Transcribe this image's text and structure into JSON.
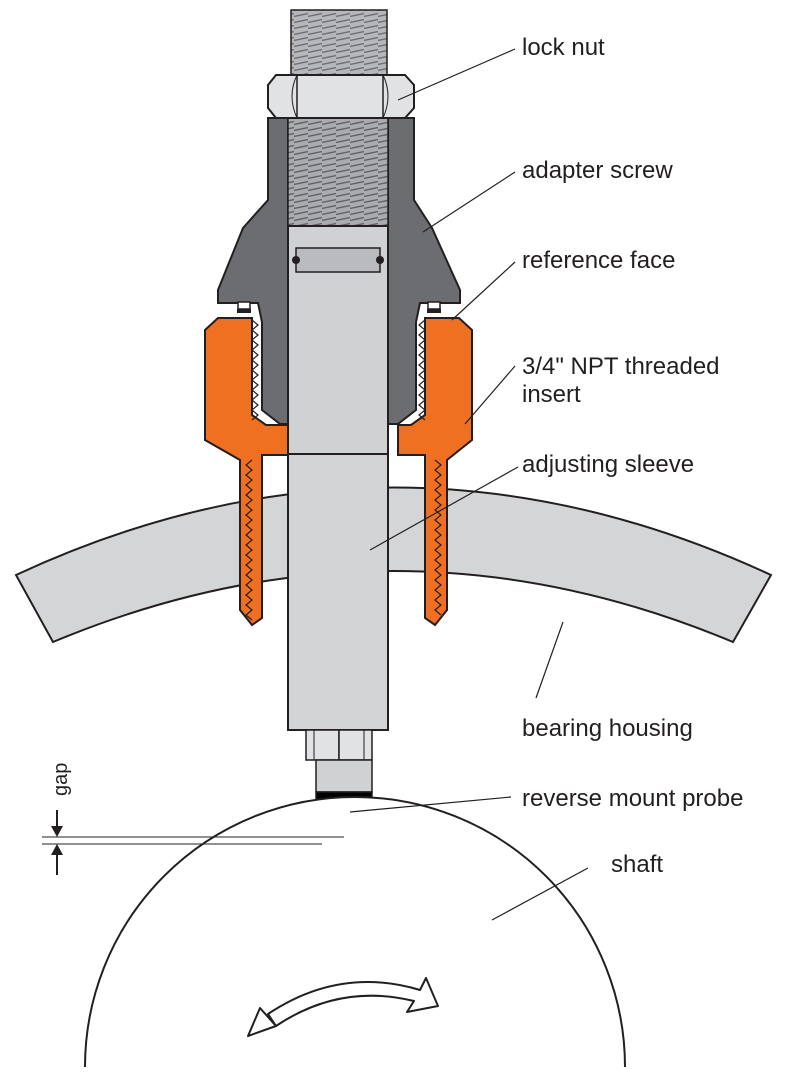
{
  "labels": {
    "lock_nut": "lock nut",
    "adapter_screw": "adapter screw",
    "reference_face": "reference face",
    "npt_insert_line1": "3/4\" NPT threaded",
    "npt_insert_line2": "insert",
    "adjusting_sleeve": "adjusting sleeve",
    "bearing_housing": "bearing housing",
    "reverse_mount_probe": "reverse mount probe",
    "shaft": "shaft",
    "gap": "gap"
  },
  "colors": {
    "insert_orange": "#f07021",
    "adapter_dark_gray": "#6b6d70",
    "sleeve_light_gray": "#d2d4d6",
    "housing_gray": "#d4d5d7",
    "outline": "#231f20",
    "probe_tip": "#000000"
  },
  "icons": {
    "shaft_rotation": "curved-arrow-left-icon"
  }
}
